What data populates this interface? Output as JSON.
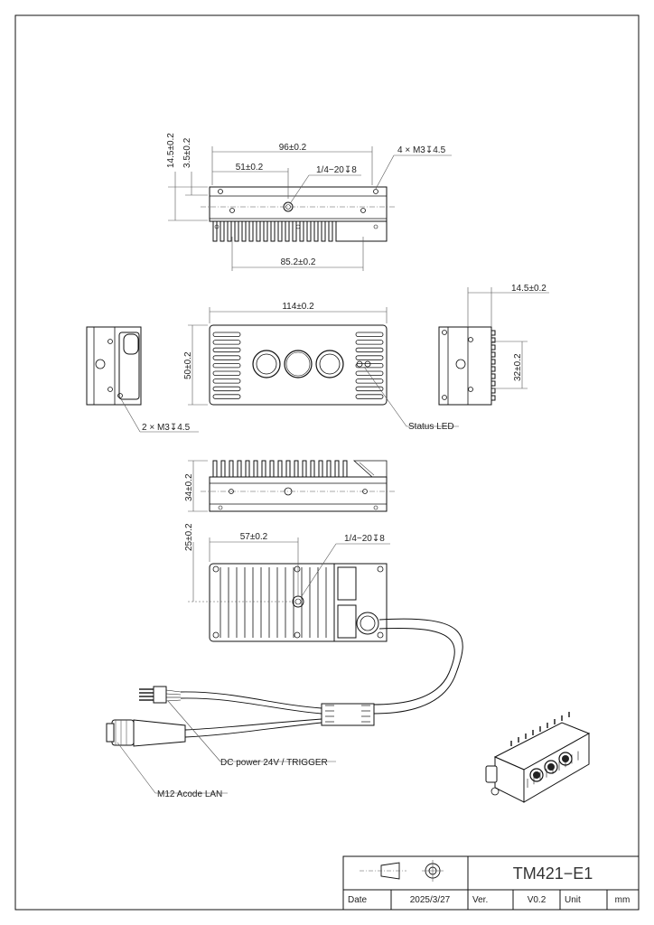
{
  "dimensions": {
    "top_height": "14.5±0.2",
    "top_slot_height": "3.5±0.2",
    "top_width": "96±0.2",
    "top_offset": "51±0.2",
    "tripod_thread_top": "1/4−20↧8",
    "mount_holes_top": "4 × M3↧4.5",
    "top_base_width": "85.2±0.2",
    "front_width": "114±0.2",
    "front_height": "50±0.2",
    "side_depth": "14.5±0.2",
    "side_height": "32±0.2",
    "mount_holes_side": "2 × M3↧4.5",
    "bottom_height": "34±0.2",
    "rear_height": "25±0.2",
    "rear_offset": "57±0.2",
    "tripod_thread_rear": "1/4−20↧8"
  },
  "callouts": {
    "status_led": "Status LED",
    "dc_power": "DC power 24V / TRIGGER",
    "m12_lan": "M12 Acode LAN"
  },
  "title_block": {
    "model": "TM421−E1",
    "date_label": "Date",
    "date_value": "2025/3/27",
    "ver_label": "Ver.",
    "ver_value": "V0.2",
    "unit_label": "Unit",
    "unit_value": "mm",
    "projection_icon": "projection-symbol-icon"
  }
}
